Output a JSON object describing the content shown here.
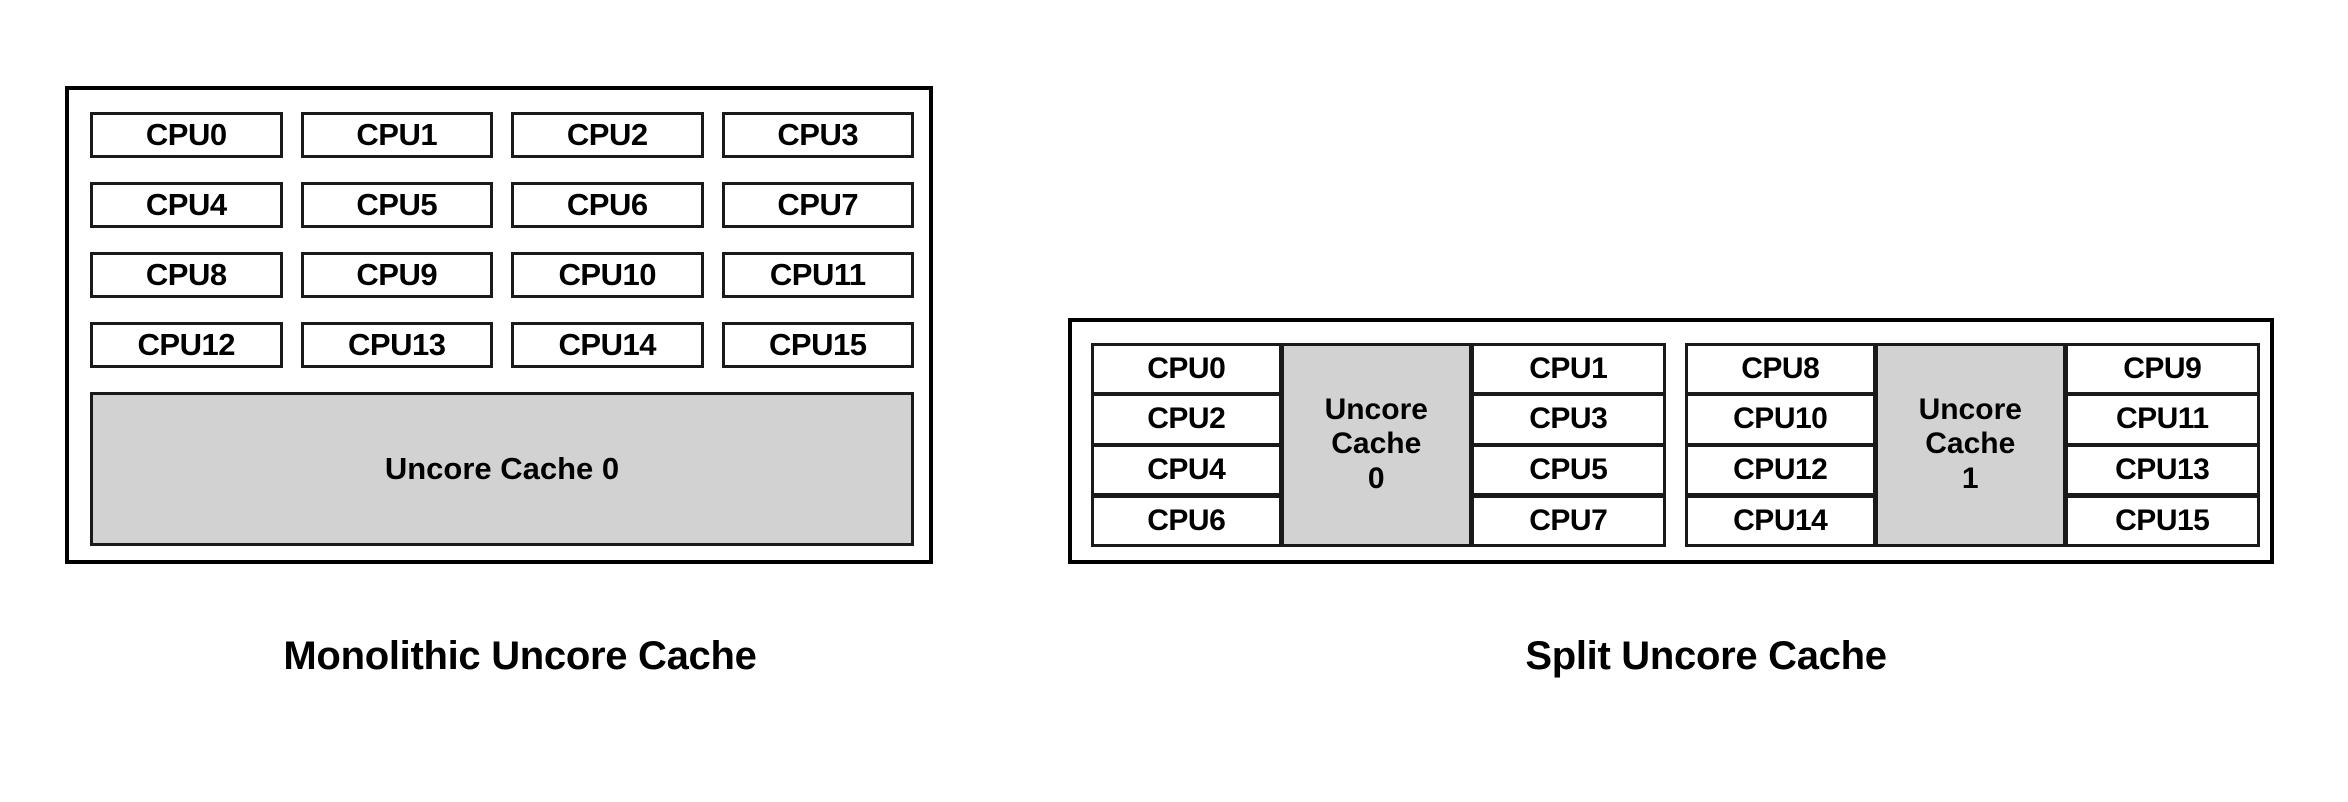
{
  "diagrams": [
    {
      "id": "monolithic",
      "caption": "Monolithic Uncore Cache",
      "cpus": [
        "CPU0",
        "CPU1",
        "CPU2",
        "CPU3",
        "CPU4",
        "CPU5",
        "CPU6",
        "CPU7",
        "CPU8",
        "CPU9",
        "CPU10",
        "CPU11",
        "CPU12",
        "CPU13",
        "CPU14",
        "CPU15"
      ],
      "cache_label": "Uncore Cache 0"
    },
    {
      "id": "split",
      "caption": "Split Uncore Cache",
      "groups": [
        {
          "left_cpus": [
            "CPU0",
            "CPU2",
            "CPU4",
            "CPU6"
          ],
          "cache_label": "Uncore Cache 0",
          "cache_line1": "Uncore",
          "cache_line2": "Cache",
          "cache_line3": "0",
          "right_cpus": [
            "CPU1",
            "CPU3",
            "CPU5",
            "CPU7"
          ]
        },
        {
          "left_cpus": [
            "CPU8",
            "CPU10",
            "CPU12",
            "CPU14"
          ],
          "cache_label": "Uncore Cache 1",
          "cache_line1": "Uncore",
          "cache_line2": "Cache",
          "cache_line3": "1",
          "right_cpus": [
            "CPU9",
            "CPU11",
            "CPU13",
            "CPU15"
          ]
        }
      ]
    }
  ],
  "colors": {
    "background": "#ffffff",
    "cache_fill": "#d2d2d2",
    "cpu_fill": "#ffffff",
    "stroke": "#000000"
  }
}
